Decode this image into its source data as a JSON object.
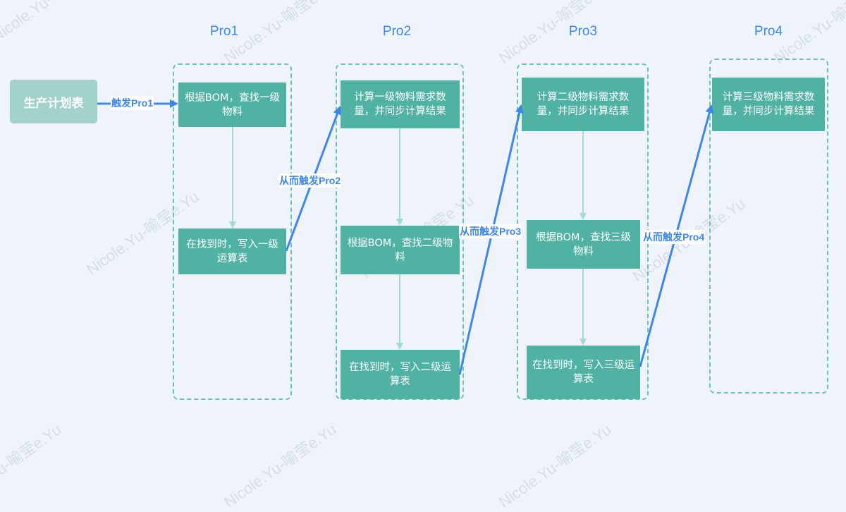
{
  "watermark": "Nicole.Yu-喻莹e.Yu",
  "colors": {
    "background": "#eff4fb",
    "node_fill": "#50b2a3",
    "start_fill": "#a2d3cb",
    "lane_border": "#6bc3b2",
    "flow_arrow": "#a8d9cf",
    "trigger_arrow": "#3d86ec"
  },
  "start": {
    "label": "生产计划表"
  },
  "trigger_start": {
    "label": "触发Pro1"
  },
  "lanes": [
    {
      "title": "Pro1",
      "nodes": [
        {
          "label": "根据BOM，查找一级物料"
        },
        {
          "label": "在找到时，写入一级运算表"
        }
      ]
    },
    {
      "title": "Pro2",
      "nodes": [
        {
          "label": "计算一级物料需求数量，并同步计算结果"
        },
        {
          "label": "根据BOM，查找二级物料"
        },
        {
          "label": "在找到时，写入二级运算表"
        }
      ]
    },
    {
      "title": "Pro3",
      "nodes": [
        {
          "label": "计算二级物料需求数量，并同步计算结果"
        },
        {
          "label": "根据BOM，查找三级物料"
        },
        {
          "label": "在找到时，写入三级运算表"
        }
      ]
    },
    {
      "title": "Pro4",
      "nodes": [
        {
          "label": "计算三级物料需求数量，并同步计算结果"
        }
      ]
    }
  ],
  "triggers": [
    {
      "label": "从而触发Pro2"
    },
    {
      "label": "从而触发Pro3"
    },
    {
      "label": "从而触发Pro4"
    }
  ]
}
